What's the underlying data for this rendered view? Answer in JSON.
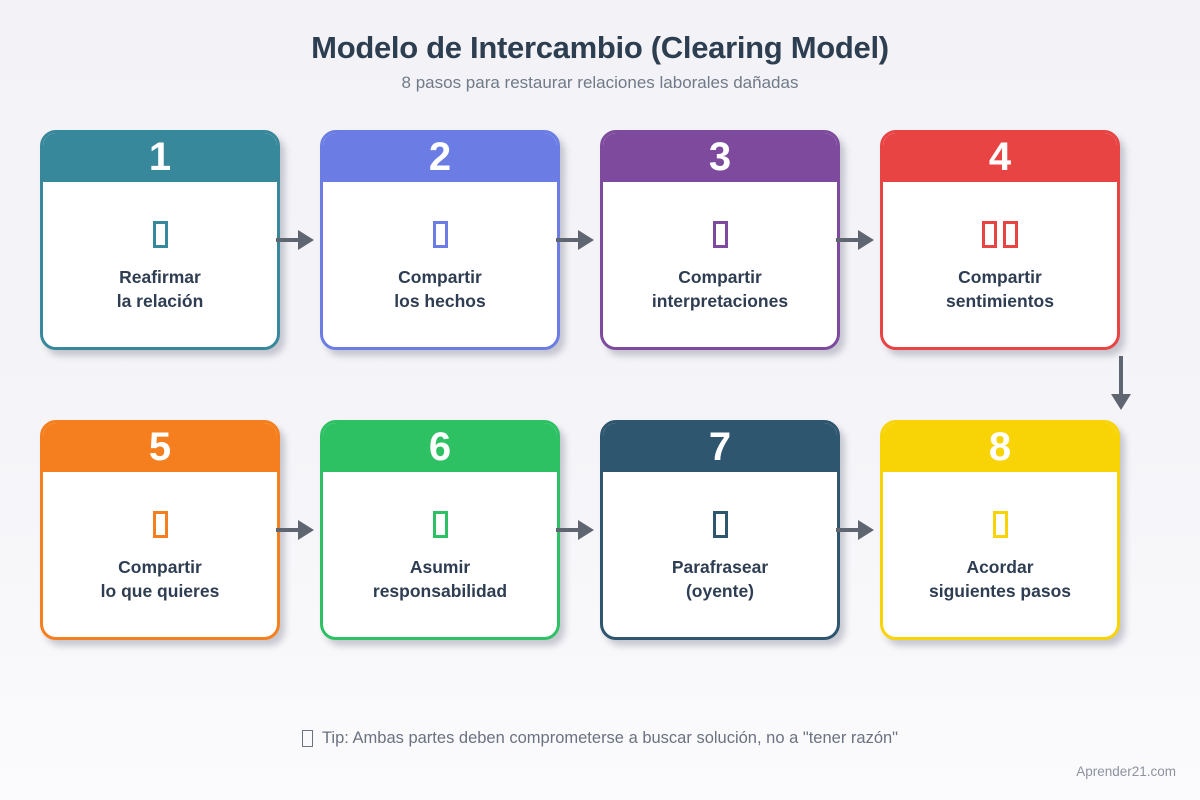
{
  "colors": {
    "background_top": "#f2f2f7",
    "background_bottom": "#fbfbfd",
    "title": "#2d3e50",
    "subtitle": "#707a88",
    "card_text": "#2e3d52",
    "arrow": "#5f6672",
    "tip_text": "#6b7280",
    "credit_text": "#8c92a0"
  },
  "header": {
    "title": "Modelo de Intercambio (Clearing Model)",
    "subtitle": "8 pasos para restaurar relaciones laborales dañadas"
  },
  "steps": [
    {
      "number": "1",
      "label_line1": "Reafirmar",
      "label_line2": "la relación",
      "color": "#38889c",
      "icon": "missing-glyph",
      "icon_boxes": 1
    },
    {
      "number": "2",
      "label_line1": "Compartir",
      "label_line2": "los hechos",
      "color": "#6b7de4",
      "icon": "missing-glyph",
      "icon_boxes": 1
    },
    {
      "number": "3",
      "label_line1": "Compartir",
      "label_line2": "interpretaciones",
      "color": "#7e4a9e",
      "icon": "missing-glyph",
      "icon_boxes": 1
    },
    {
      "number": "4",
      "label_line1": "Compartir",
      "label_line2": "sentimientos",
      "color": "#e94444",
      "icon": "missing-glyph",
      "icon_boxes": 2
    },
    {
      "number": "5",
      "label_line1": "Compartir",
      "label_line2": "lo que quieres",
      "color": "#f57f1e",
      "icon": "missing-glyph",
      "icon_boxes": 1
    },
    {
      "number": "6",
      "label_line1": "Asumir",
      "label_line2": "responsabilidad",
      "color": "#2dc164",
      "icon": "missing-glyph",
      "icon_boxes": 1
    },
    {
      "number": "7",
      "label_line1": "Parafrasear",
      "label_line2": "(oyente)",
      "color": "#2f566f",
      "icon": "missing-glyph",
      "icon_boxes": 1
    },
    {
      "number": "8",
      "label_line1": "Acordar",
      "label_line2": "siguientes pasos",
      "color": "#f8d305",
      "icon": "missing-glyph",
      "icon_boxes": 1
    }
  ],
  "footer": {
    "tip_icon": "missing-glyph",
    "tip_text": "Tip: Ambas partes deben comprometerse a buscar solución, no a \"tener razón\"",
    "credit": "Aprender21.com"
  }
}
